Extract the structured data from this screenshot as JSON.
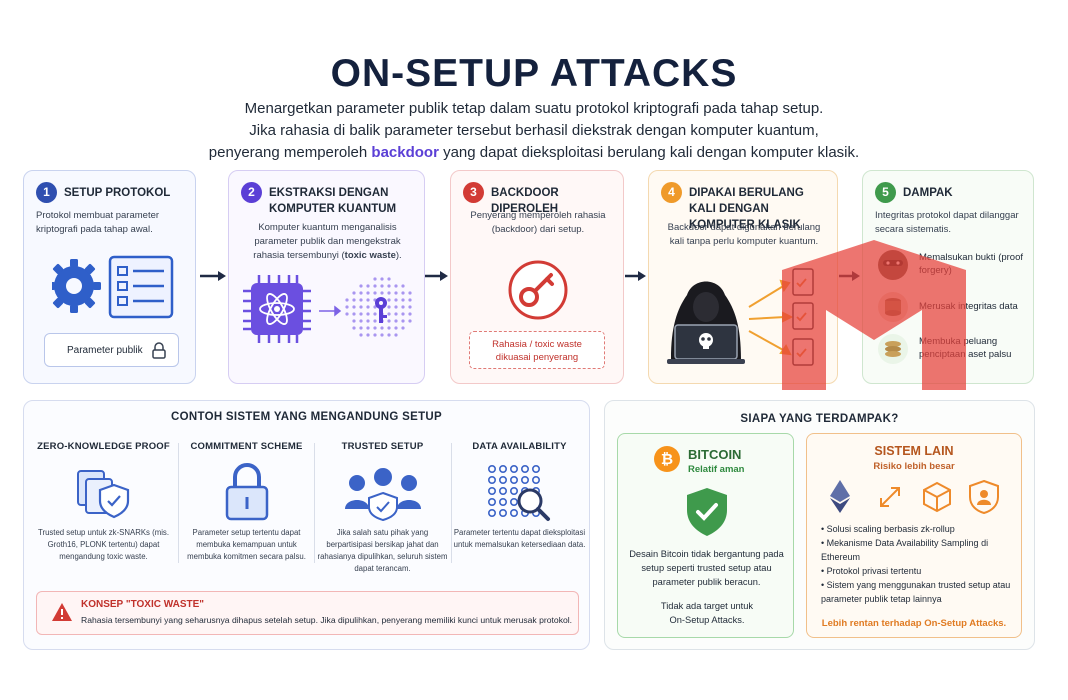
{
  "header": {
    "title": "ON-SETUP ATTACKS",
    "subtitle_line1": "Menargetkan parameter publik tetap dalam suatu protokol kriptografi pada tahap setup.",
    "subtitle_line2": "Jika rahasia di balik parameter tersebut berhasil diekstrak dengan komputer kuantum,",
    "subtitle_line3_pre": "penyerang memperoleh ",
    "subtitle_line3_highlight": "backdoor",
    "subtitle_line3_post": " yang dapat dieksploitasi berulang kali dengan komputer klasik."
  },
  "colors": {
    "step1": "#2f4fb0",
    "step2": "#5b3fd6",
    "step3": "#d23b35",
    "step4": "#ef9a2a",
    "step5": "#3f9a4c",
    "navy": "#14213d",
    "bitcoin": "#f7931a"
  },
  "steps": [
    {
      "num": "1",
      "title": "SETUP PROTOKOL",
      "desc": "Protokol membuat parameter kriptografi pada tahap awal.",
      "badge": "Parameter publik",
      "icons": [
        "gear-icon",
        "checklist-icon",
        "lock-icon"
      ]
    },
    {
      "num": "2",
      "title": "EKSTRAKSI DENGAN KOMPUTER KUANTUM",
      "desc_pre": "Komputer kuantum menganalisis parameter publik dan mengekstrak rahasia tersembunyi (",
      "desc_bold": "toxic waste",
      "desc_post": ").",
      "icons": [
        "quantum-chip-icon",
        "key-icon"
      ]
    },
    {
      "num": "3",
      "title": "BACKDOOR DIPEROLEH",
      "desc": "Penyerang memperoleh rahasia (backdoor) dari setup.",
      "badge_line1": "Rahasia / toxic waste",
      "badge_line2": "dikuasai penyerang",
      "icons": [
        "key-icon"
      ]
    },
    {
      "num": "4",
      "title": "DIPAKAI BERULANG KALI DENGAN KOMPUTER KLASIK",
      "desc": "Backdoor dapat digunakan berulang kali tanpa perlu komputer kuantum.",
      "icons": [
        "hacker-icon",
        "document-icon"
      ]
    },
    {
      "num": "5",
      "title": "DAMPAK",
      "desc": "Integritas protokol dapat dilanggar secara sistematis.",
      "impacts": [
        {
          "label": "Memalsukan bukti (proof forgery)",
          "icon": "mask-icon"
        },
        {
          "label": "Merusak integritas data",
          "icon": "database-icon"
        },
        {
          "label": "Membuka peluang penciptaan aset palsu",
          "icon": "coins-icon"
        }
      ]
    }
  ],
  "examples_section": {
    "title": "CONTOH SISTEM YANG MENGANDUNG SETUP",
    "items": [
      {
        "title": "ZERO-KNOWLEDGE PROOF",
        "desc": "Trusted setup untuk zk-SNARKs (mis. Groth16, PLONK tertentu) dapat mengandung toxic waste.",
        "icon": "shield-document-icon"
      },
      {
        "title": "COMMITMENT SCHEME",
        "desc": "Parameter setup tertentu dapat membuka kemampuan untuk membuka komitmen secara palsu.",
        "icon": "padlock-icon"
      },
      {
        "title": "TRUSTED SETUP",
        "desc": "Jika salah satu pihak yang berpartisipasi bersikap jahat dan rahasianya dipulihkan, seluruh sistem dapat terancam.",
        "icon": "group-icon"
      },
      {
        "title": "DATA AVAILABILITY",
        "desc": "Parameter tertentu dapat dieksploitasi untuk memalsukan ketersediaan data.",
        "icon": "magnifier-icon"
      }
    ],
    "toxic": {
      "title": "KONSEP \"TOXIC WASTE\"",
      "desc": "Rahasia tersembunyi yang seharusnya dihapus setelah setup. Jika dipulihkan, penyerang memiliki kunci untuk merusak protokol.",
      "icon": "warning-icon"
    }
  },
  "affected_section": {
    "title": "SIAPA YANG TERDAMPAK?",
    "bitcoin": {
      "title": "BITCOIN",
      "status": "Relatif aman",
      "desc": "Desain Bitcoin tidak bergantung pada setup seperti trusted setup atau parameter publik beracun.",
      "note": "Tidak ada target untuk On-Setup Attacks.",
      "icon": "shield-check-icon"
    },
    "others": {
      "title": "SISTEM LAIN",
      "status": "Risiko lebih besar",
      "bullets": [
        "Solusi scaling berbasis zk-rollup",
        "Mekanisme Data Availability Sampling di Ethereum",
        "Protokol privasi tertentu",
        "Sistem yang menggunakan trusted setup atau parameter publik tetap lainnya"
      ],
      "note": "Lebih rentan terhadap On-Setup Attacks.",
      "icons": [
        "ethereum-icon",
        "scale-arrows-icon",
        "cube-icon",
        "user-shield-icon"
      ]
    }
  }
}
